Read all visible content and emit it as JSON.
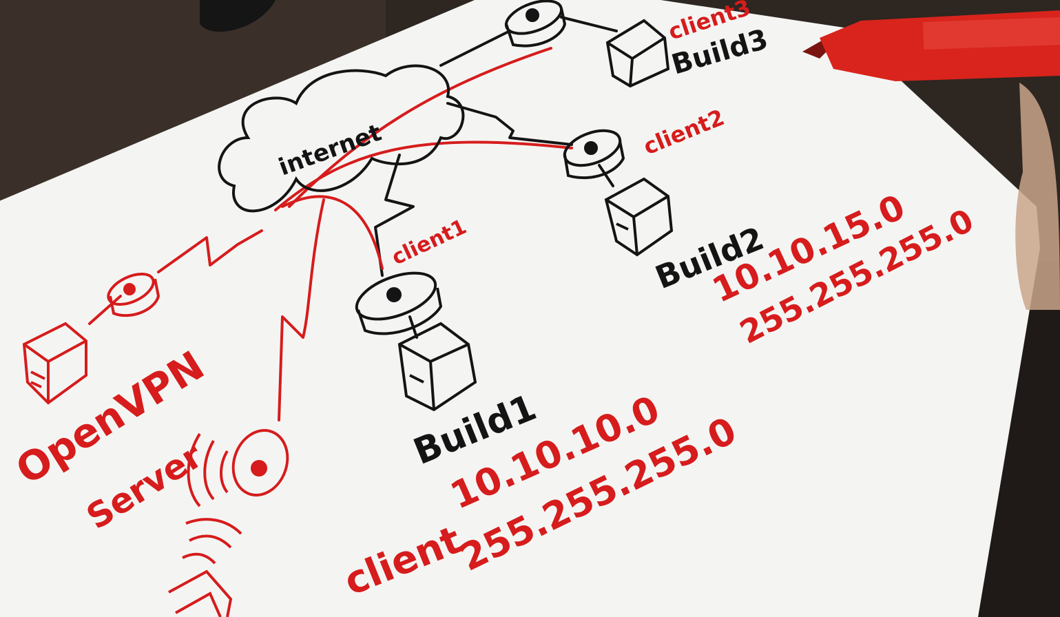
{
  "diagram": {
    "cloud_label": "internet",
    "server_label_line1": "OpenVPN",
    "server_label_line2": "Server",
    "client1_label": "client1",
    "client2_label": "client2",
    "client3_label": "client3",
    "build1_label": "Build1",
    "build2_label": "Build2",
    "build3_label": "Build3",
    "build1_network": "10.10.10.0",
    "build1_mask": "255.255.255.0",
    "build2_network": "10.10.15.0",
    "build2_mask": "255.255.255.0",
    "mobile_client_label": "client"
  },
  "colors": {
    "marker_red": "#d61c1c",
    "marker_black": "#141414",
    "paper": "#f4f5f3"
  }
}
